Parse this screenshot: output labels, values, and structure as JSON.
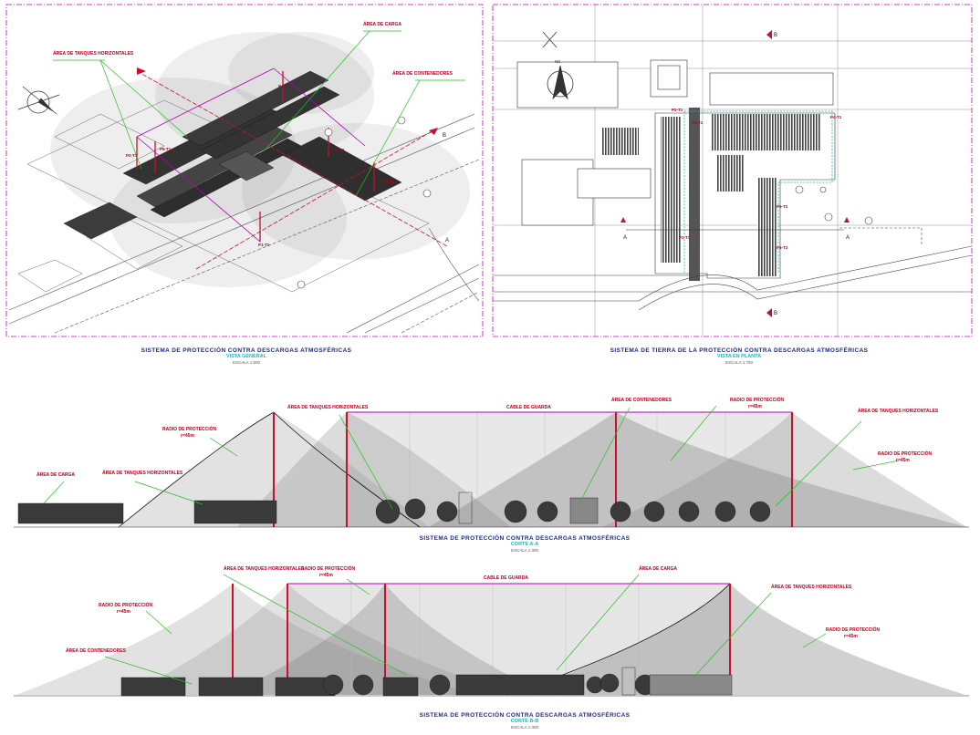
{
  "colors": {
    "frame": "#c800c8",
    "leader": "#22c21e",
    "mast": "#c8102e",
    "label_text": "#b3001b",
    "title": "#1a2a8a",
    "subtitle": "#19b7c9",
    "cable": "#b400b4",
    "cone_fill": "#9a9a9a",
    "equipment": "#3a3a3a"
  },
  "views": {
    "general": {
      "title": "SISTEMA DE PROTECCIÓN CONTRA DESCARGAS ATMOSFÉRICAS",
      "subtitle": "VISTA GENERAL",
      "scale": "ESCALA 1:500",
      "labels": {
        "tanques": "ÁREA DE TANQUES HORIZONTALES",
        "carga": "ÁREA DE CARGA",
        "contenedores": "ÁREA DE CONTENEDORES"
      },
      "tags": [
        "P4-T1",
        "P5-T1",
        "P6-T2",
        "P5-T2",
        "P1-T1",
        "P2-T1"
      ],
      "section_marks": [
        "A",
        "B"
      ]
    },
    "plan": {
      "title": "SISTEMA DE TIERRA DE LA PROTECCIÓN CONTRA DESCARGAS ATMOSFÉRICAS",
      "subtitle": "VISTA EN PLANTA",
      "scale": "ESCALA 1:750",
      "north": "NG",
      "tags": [
        "P2-T1",
        "P1-T1",
        "P4-T1",
        "P3-T1",
        "P5-T2",
        "P6-T2"
      ],
      "section_marks": [
        "A",
        "A",
        "B",
        "B"
      ]
    },
    "cut_a": {
      "title": "SISTEMA DE PROTECCIÓN CONTRA DESCARGAS ATMOSFÉRICAS",
      "subtitle": "CORTE A-A",
      "scale": "ESCALA 1:300",
      "cable": "CABLE DE GUARDA",
      "labels": {
        "carga": "ÁREA DE CARGA",
        "tanques_left": "ÁREA DE TANQUES HORIZONTALES",
        "tanques_top": "ÁREA DE TANQUES HORIZONTALES",
        "contenedores": "ÁREA DE CONTENEDORES",
        "tanques_right": "ÁREA DE TANQUES HORIZONTALES"
      },
      "radio_1": [
        "RADIO DE PROTECCIÓN",
        "r=45m"
      ],
      "radio_2": [
        "RADIO DE PROTECCIÓN",
        "r=45m"
      ],
      "radio_3": [
        "RADIO DE PROTECCIÓN",
        "r=45m"
      ]
    },
    "cut_b": {
      "title": "SISTEMA DE PROTECCIÓN CONTRA DESCARGAS ATMOSFÉRICAS",
      "subtitle": "CORTE B-B",
      "scale": "ESCALA 1:300",
      "cable": "CABLE DE GUARDA",
      "labels": {
        "tanques_top": "ÁREA DE TANQUES HORIZONTALES",
        "contenedores": "ÁREA DE CONTENEDORES",
        "carga": "ÁREA DE CARGA",
        "tanques_right": "ÁREA DE TANQUES HORIZONTALES"
      },
      "radio_1": [
        "RADIO DE PROTECCIÓN",
        "r=45m"
      ],
      "radio_2": [
        "RADIO DE PROTECCIÓN",
        "r=45m"
      ],
      "radio_3": [
        "RADIO DE PROTECCIÓN",
        "r=45m"
      ]
    }
  }
}
